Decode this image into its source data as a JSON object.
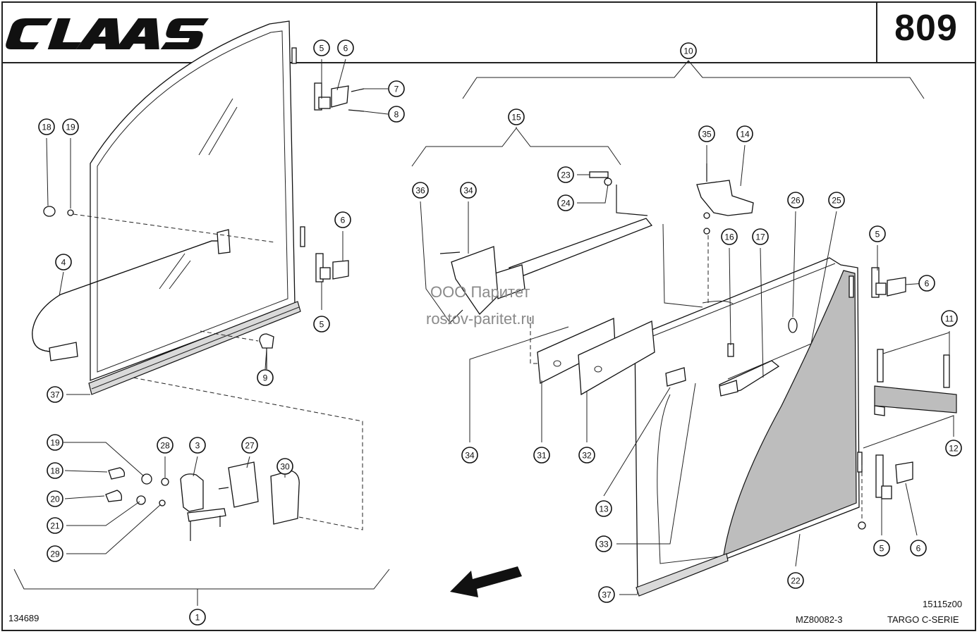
{
  "header": {
    "brand_logo": "CLAAS",
    "page_number": "809"
  },
  "footer": {
    "left_code": "134689",
    "center_code": "MZ80082-3",
    "right_code_top": "15115z00",
    "right_code_bottom": "TARGO C-SERIE"
  },
  "watermark": {
    "line1": "ООО Паритет",
    "line2": "rostov-paritet.ru"
  },
  "callouts": [
    {
      "label": "5"
    },
    {
      "label": "6"
    },
    {
      "label": "7"
    },
    {
      "label": "8"
    },
    {
      "label": "18"
    },
    {
      "label": "19"
    },
    {
      "label": "6"
    },
    {
      "label": "4"
    },
    {
      "label": "5"
    },
    {
      "label": "9"
    },
    {
      "label": "37"
    },
    {
      "label": "19"
    },
    {
      "label": "28"
    },
    {
      "label": "3"
    },
    {
      "label": "27"
    },
    {
      "label": "30"
    },
    {
      "label": "18"
    },
    {
      "label": "20"
    },
    {
      "label": "21"
    },
    {
      "label": "29"
    },
    {
      "label": "1"
    },
    {
      "label": "10"
    },
    {
      "label": "15"
    },
    {
      "label": "35"
    },
    {
      "label": "14"
    },
    {
      "label": "23"
    },
    {
      "label": "24"
    },
    {
      "label": "36"
    },
    {
      "label": "34"
    },
    {
      "label": "26"
    },
    {
      "label": "25"
    },
    {
      "label": "16"
    },
    {
      "label": "17"
    },
    {
      "label": "5"
    },
    {
      "label": "6"
    },
    {
      "label": "11"
    },
    {
      "label": "12"
    },
    {
      "label": "34"
    },
    {
      "label": "31"
    },
    {
      "label": "32"
    },
    {
      "label": "13"
    },
    {
      "label": "33"
    },
    {
      "label": "37"
    },
    {
      "label": "22"
    },
    {
      "label": "5"
    },
    {
      "label": "6"
    }
  ]
}
